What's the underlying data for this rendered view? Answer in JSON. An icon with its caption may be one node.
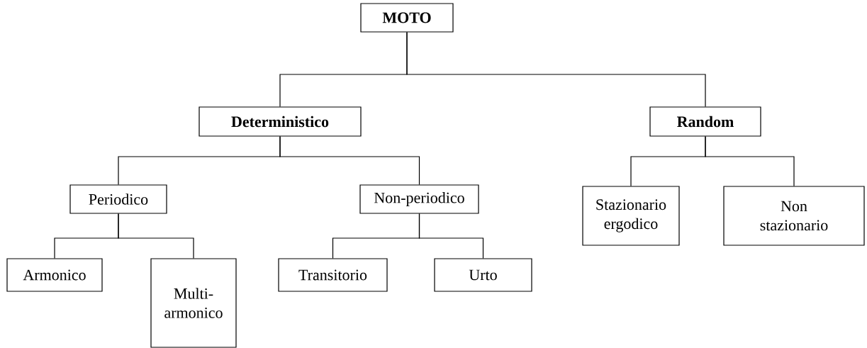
{
  "diagram": {
    "nodes": [
      {
        "text": [
          "MOTO"
        ]
      },
      {
        "text": [
          "Deterministico"
        ]
      },
      {
        "text": [
          "Random"
        ]
      },
      {
        "text": [
          "Periodico"
        ]
      },
      {
        "text": [
          "Non-periodico"
        ]
      },
      {
        "text": [
          "Stazionario ergodico"
        ]
      },
      {
        "text": [
          "Non stazionario"
        ]
      },
      {
        "text": [
          "Armonico"
        ]
      },
      {
        "text": [
          "Multi-armonico"
        ]
      },
      {
        "text": [
          "Transitorio"
        ]
      },
      {
        "text": [
          "Urto"
        ]
      }
    ],
    "edges": [
      {
        "from": 0,
        "to": 1,
        "arrow": "none"
      },
      {
        "from": 0,
        "to": 2,
        "arrow": "none"
      },
      {
        "from": 1,
        "to": 3,
        "arrow": "none"
      },
      {
        "from": 1,
        "to": 4,
        "arrow": "none"
      },
      {
        "from": 2,
        "to": 5,
        "arrow": "none"
      },
      {
        "from": 2,
        "to": 6,
        "arrow": "none"
      },
      {
        "from": 3,
        "to": 7,
        "arrow": "none"
      },
      {
        "from": 3,
        "to": 8,
        "arrow": "none"
      },
      {
        "from": 4,
        "to": 9,
        "arrow": "none"
      },
      {
        "from": 4,
        "to": 10,
        "arrow": "none"
      }
    ]
  }
}
